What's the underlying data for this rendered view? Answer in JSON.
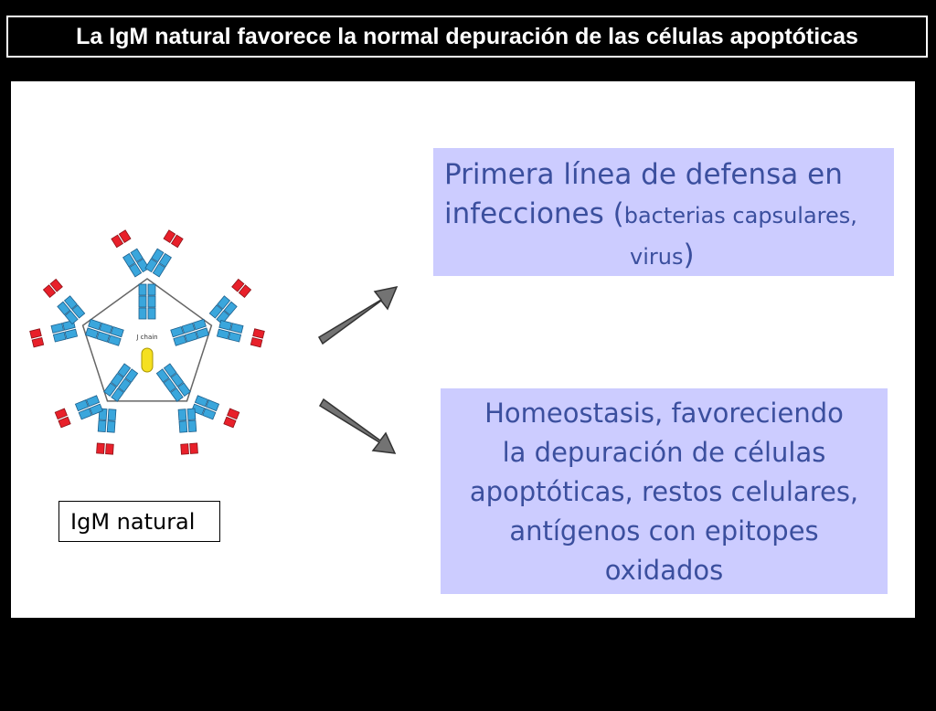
{
  "title": "La IgM natural favorece la normal depuración de las células apoptóticas",
  "molecule": {
    "label": "IgM natural",
    "j_chain_label": "J chain"
  },
  "box_top": {
    "line1": "Primera línea de defensa en",
    "line2_big": "infecciones (",
    "line2_small": "bacterias capsulares,",
    "line3_small": "virus",
    "line3_big": ")"
  },
  "box_bottom": {
    "lines": [
      "Homeostasis, favoreciendo",
      "la depuración de células",
      "apoptóticas, restos celulares,",
      "antígenos con epitopes",
      "oxidados"
    ]
  },
  "colors": {
    "background": "#000000",
    "panel": "#ffffff",
    "box_fill": "#ccccff",
    "box_text": "#3b4f9e",
    "arrow": "#737373",
    "heavy_chain": "#3aa6dc",
    "variable_tip": "#e8202a",
    "j_chain": "#f5e020"
  }
}
